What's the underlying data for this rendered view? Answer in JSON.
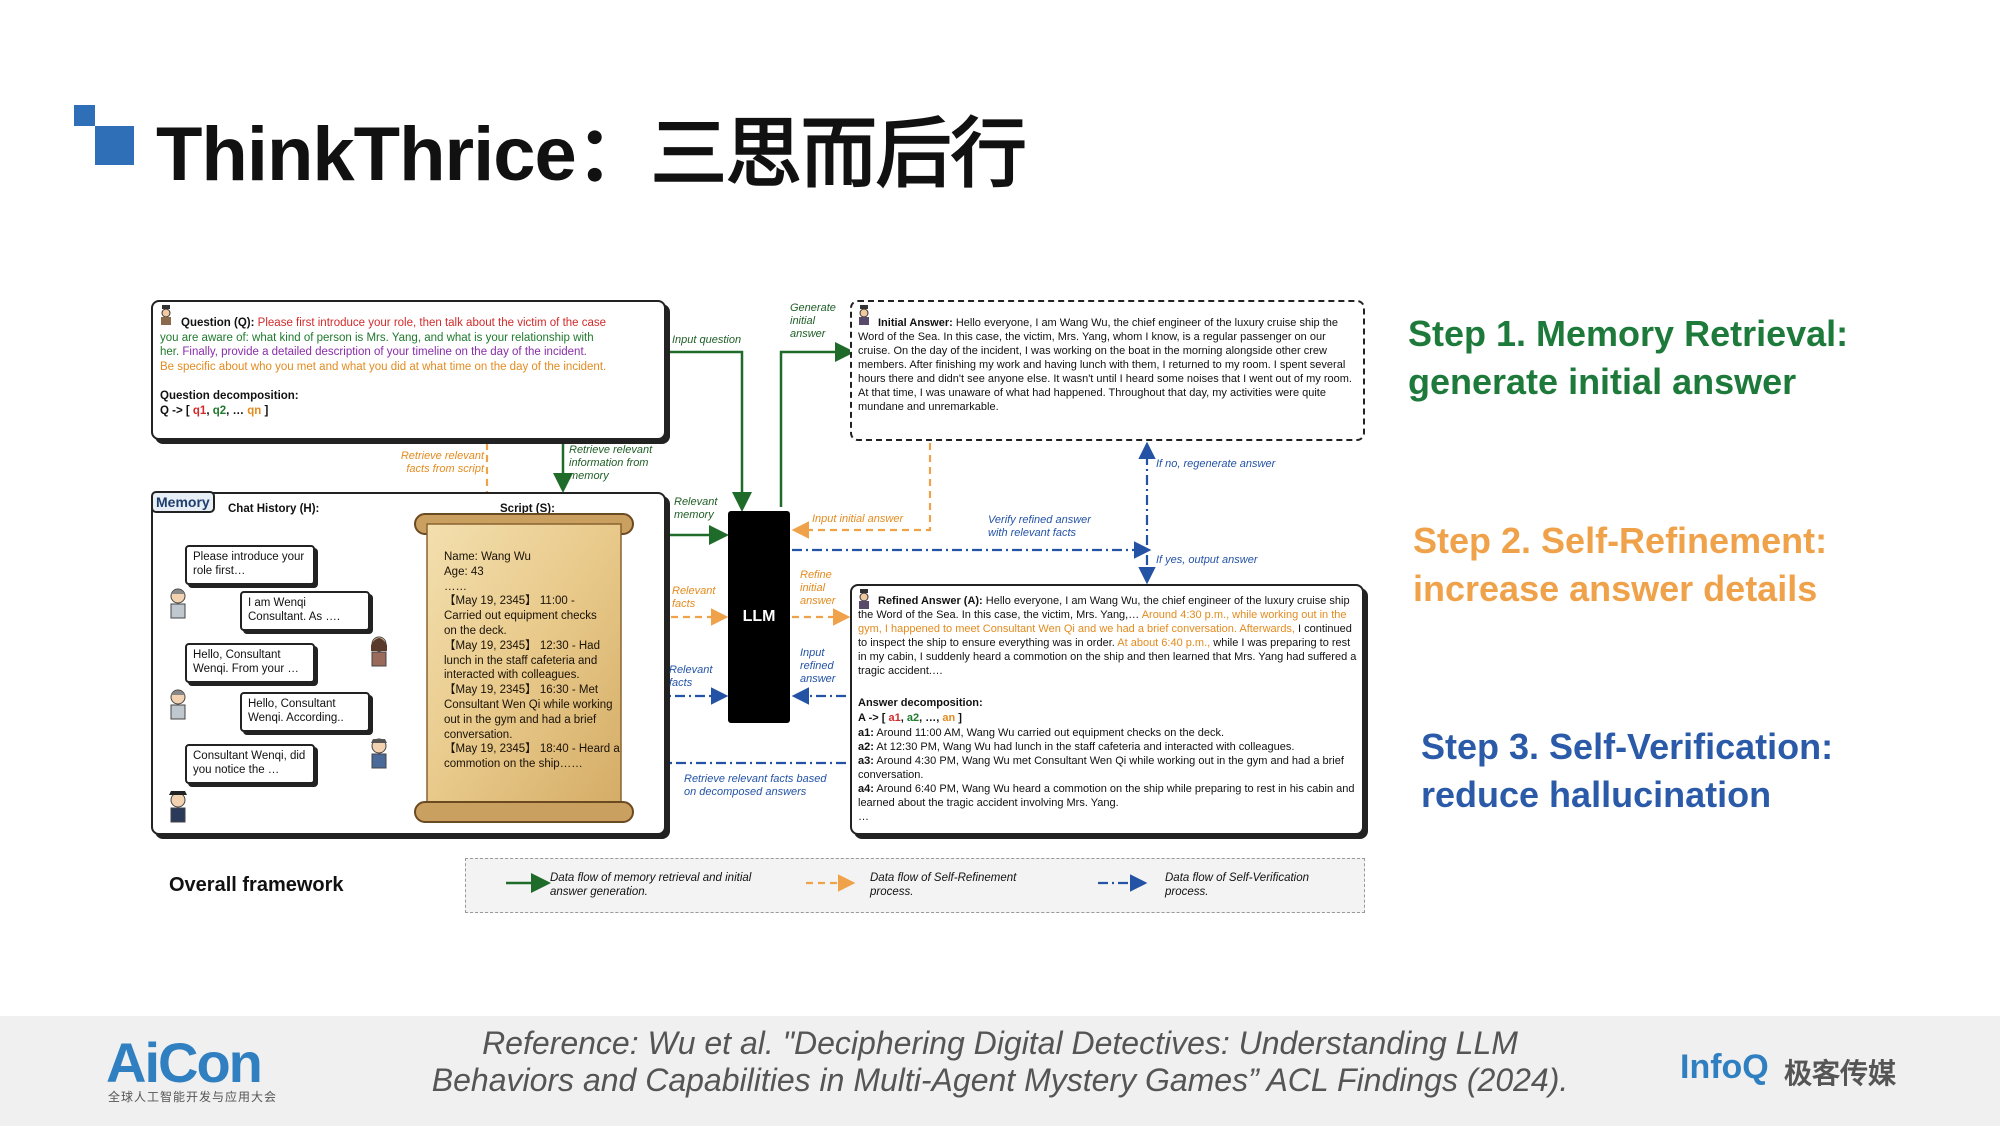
{
  "slide": {
    "title": "ThinkThrice：三思而后行",
    "steps": [
      {
        "line1": "Step 1. Memory Retrieval:",
        "line2": "generate initial answer",
        "color": "#1d7a3a"
      },
      {
        "line1": "Step 2. Self-Refinement:",
        "line2": "increase answer details",
        "color": "#f0a24a"
      },
      {
        "line1": "Step 3. Self-Verification:",
        "line2": "reduce hallucination",
        "color": "#2a5aa8"
      }
    ]
  },
  "diagram": {
    "question": {
      "label": "Question (Q):",
      "part_red": "Please first introduce your role, then talk about the victim of the case",
      "part_green": "you are aware of: what kind of person is Mrs. Yang, and what is your relationship with",
      "part_green2": "her.",
      "part_purple": "Finally, provide a detailed description of your timeline on the day of the incident.",
      "part_orange": "Be specific about who you met and what you did at what time on the day of the incident.",
      "decomp_label": "Question decomposition:",
      "decomp_prefix": "Q -> [ ",
      "decomp_q1": "q1",
      "decomp_q2": "q2",
      "decomp_dots": "… ",
      "decomp_qn": "qn",
      "decomp_suffix": " ]"
    },
    "memory": {
      "tab": "Memory",
      "chat_history_label": "Chat History (H):",
      "script_label": "Script (S):",
      "bubbles": [
        "Please introduce your role first…",
        "I am Wenqi Consultant. As ….",
        "Hello, Consultant Wenqi. From your …",
        "Hello, Consultant Wenqi. According..",
        "Consultant Wenqi, did you notice the …"
      ],
      "script_lines": [
        "Name: Wang Wu",
        "Age:  43",
        "……",
        "【May 19, 2345】 11:00 -",
        "Carried out equipment checks",
        "on the deck.",
        "【May 19, 2345】 12:30 - Had",
        "lunch in the staff cafeteria and",
        "interacted with colleagues.",
        "【May 19, 2345】 16:30 - Met",
        "Consultant Wen Qi while working",
        "out in the gym and had a brief",
        "conversation.",
        "【May 19, 2345】 18:40 - Heard a",
        "commotion on the ship……"
      ]
    },
    "llm_label": "LLM",
    "arrow_labels": {
      "input_question": "Input question",
      "generate_initial": "Generate initial answer",
      "retrieve_script": "Retrieve relevant facts from script",
      "retrieve_memory": "Retrieve relevant information from memory",
      "relevant_memory": "Relevant memory",
      "input_initial": "Input initial answer",
      "verify_refined": "Verify refined answer with relevant facts",
      "if_no": "If no, regenerate answer",
      "if_yes": "If yes, output answer",
      "relevant_facts_orange": "Relevant facts",
      "refine_initial": "Refine initial answer",
      "relevant_facts_blue": "Relevant facts",
      "input_refined": "Input refined answer",
      "retrieve_decomposed": "Retrieve relevant facts based on decomposed answers"
    },
    "initial_answer": {
      "label": "Initial Answer:",
      "text": "Hello everyone, I am Wang Wu, the chief engineer of the luxury cruise ship the Word of the Sea. In this case, the victim, Mrs. Yang, whom I know, is a regular passenger on our cruise. On the day of the incident, I was working on the boat in the morning alongside other crew members. After finishing my work and having lunch with them, I returned to my room. I spent several hours there and didn't see anyone else. It wasn't until I heard some noises that I went out of my room. At that time, I was unaware of what had happened. Throughout that day, my activities were quite mundane and unremarkable."
    },
    "refined_answer": {
      "label": "Refined Answer (A):",
      "text_black": "Hello everyone, I am Wang Wu, the chief engineer of the luxury cruise ship the Word of the Sea. In this case, the victim, Mrs. Yang,… ",
      "text_orange1": "Around 4:30 p.m., while working out in the gym, I happened to meet Consultant Wen Qi and we had a brief conversation. Afterwards, ",
      "text_black2": "I continued to inspect the ship to ensure everything was in order. ",
      "text_orange2": "At about 6:40 p.m., ",
      "text_black3": "while I was preparing to rest in my cabin, I suddenly heard a commotion on the ship and then learned that Mrs. Yang had suffered a tragic accident.…",
      "decomp_label": "Answer decomposition:",
      "decomp_prefix": "A -> [ ",
      "decomp_a1": "a1",
      "decomp_a2": "a2",
      "decomp_dots": "…, ",
      "decomp_an": "an",
      "decomp_suffix": " ]",
      "items": [
        {
          "tag": "a1:",
          "text": "Around 11:00 AM, Wang Wu carried out equipment checks on the deck."
        },
        {
          "tag": "a2:",
          "text": "At 12:30 PM, Wang Wu had lunch in the staff cafeteria and interacted with colleagues."
        },
        {
          "tag": "a3:",
          "text": "Around 4:30 PM, Wang Wu met Consultant Wen Qi while working out in the gym and had a brief conversation."
        },
        {
          "tag": "a4:",
          "text": "Around 6:40 PM, Wang Wu heard a commotion on the ship while preparing to rest in his cabin and learned about the tragic accident involving Mrs. Yang."
        }
      ],
      "ellipsis": "…"
    },
    "overall_label": "Overall framework",
    "legend": [
      {
        "text": "Data flow of memory retrieval and initial answer generation.",
        "color": "#1f6b2a"
      },
      {
        "text": "Data flow of Self-Refinement process.",
        "color": "#f0a24a"
      },
      {
        "text": "Data flow of Self-Verification process.",
        "color": "#2453a6"
      }
    ]
  },
  "footer": {
    "logo_left": "AiCon",
    "logo_left_sub": "全球人工智能开发与应用大会",
    "reference_line1": "Reference: Wu et al. \"Deciphering Digital Detectives: Understanding LLM",
    "reference_line2": "Behaviors and Capabilities in Multi-Agent Mystery Games” ACL Findings (2024).",
    "logo_right": "InfoQ",
    "logo_right_cn": "极客传媒"
  }
}
